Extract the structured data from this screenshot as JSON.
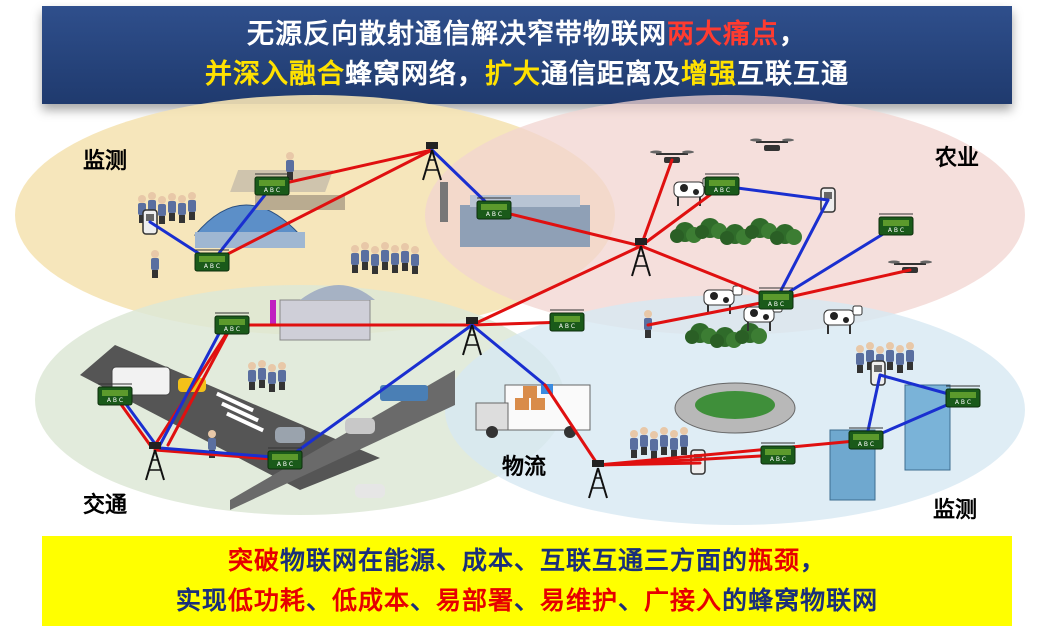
{
  "header": {
    "line1": [
      {
        "text": "无源反向散射通信解决窄带物联网",
        "hl": "none"
      },
      {
        "text": "两大痛点",
        "hl": "red"
      },
      {
        "text": "，",
        "hl": "none"
      }
    ],
    "line2": [
      {
        "text": "并深入融合",
        "hl": "yellow"
      },
      {
        "text": "蜂窝网络，",
        "hl": "none"
      },
      {
        "text": "扩大",
        "hl": "yellow"
      },
      {
        "text": "通信距离及",
        "hl": "none"
      },
      {
        "text": "增强",
        "hl": "yellow"
      },
      {
        "text": "互联互通",
        "hl": "none"
      }
    ]
  },
  "zones": {
    "monitor_top": "监测",
    "agriculture": "农业",
    "traffic": "交通",
    "logistics": "物流",
    "monitor_bottom": "监测"
  },
  "footer": {
    "line1": [
      {
        "text": "突破",
        "hl": "red"
      },
      {
        "text": "物联网在能源、成本、互联互通三方面的",
        "hl": "none"
      },
      {
        "text": "瓶颈",
        "hl": "red"
      },
      {
        "text": "，",
        "hl": "none"
      }
    ],
    "line2": [
      {
        "text": "实现",
        "hl": "none"
      },
      {
        "text": "低功耗",
        "hl": "red"
      },
      {
        "text": "、",
        "hl": "none"
      },
      {
        "text": "低成本",
        "hl": "red"
      },
      {
        "text": "、",
        "hl": "none"
      },
      {
        "text": "易部署",
        "hl": "red"
      },
      {
        "text": "、",
        "hl": "none"
      },
      {
        "text": "易维护",
        "hl": "red"
      },
      {
        "text": "、",
        "hl": "none"
      },
      {
        "text": "广接入",
        "hl": "red"
      },
      {
        "text": "的蜂窝物联网",
        "hl": "none"
      }
    ]
  },
  "tag_text": "A B C",
  "colors": {
    "banner": "#24427a",
    "highlight_red": "#ff3b30",
    "highlight_yellow": "#ffe100",
    "footer_bg": "#ffff00",
    "footer_text": "#1a2f7a",
    "link_red": "#e01010",
    "link_blue": "#1a2fd0",
    "zone_monitor": "#f5e3b4",
    "zone_agriculture": "#f2d4d0",
    "zone_traffic": "#dde7d6",
    "zone_logistics_monitor": "#d7e8f3"
  }
}
